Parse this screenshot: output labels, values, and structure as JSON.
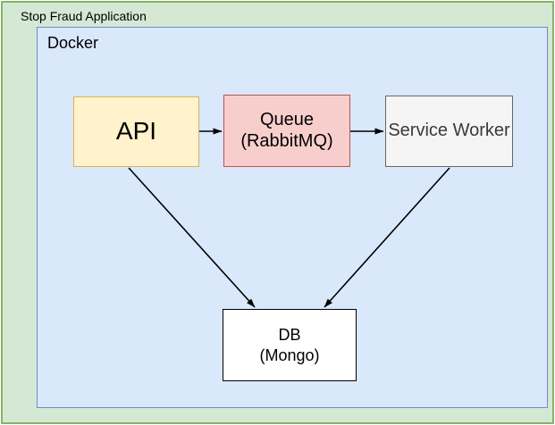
{
  "app": {
    "title": "Stop Fraud Application"
  },
  "docker": {
    "label": "Docker"
  },
  "nodes": {
    "api": {
      "label": "API"
    },
    "queue": {
      "label": "Queue\n(RabbitMQ)"
    },
    "service_worker": {
      "label": "Service Worker"
    },
    "db": {
      "label": "DB\n(Mongo)"
    }
  },
  "edges": [
    {
      "from": "API",
      "to": "Queue (RabbitMQ)"
    },
    {
      "from": "Queue (RabbitMQ)",
      "to": "Service Worker"
    },
    {
      "from": "API",
      "to": "DB (Mongo)"
    },
    {
      "from": "Service Worker",
      "to": "DB (Mongo)"
    }
  ],
  "colors": {
    "app_container_fill": "#D5E8D4",
    "app_container_border": "#82B366",
    "docker_fill": "#DAE8FC",
    "docker_border": "#6C8EBF",
    "api_fill": "#FFF2CC",
    "api_border": "#D6B656",
    "queue_fill": "#F8CECC",
    "queue_border": "#B85450",
    "service_worker_fill": "#F5F5F5",
    "service_worker_border": "#666666",
    "service_worker_text": "#393939",
    "db_fill": "#FFFFFF",
    "db_border": "#000000",
    "arrow": "#000000",
    "text": "#000000"
  }
}
